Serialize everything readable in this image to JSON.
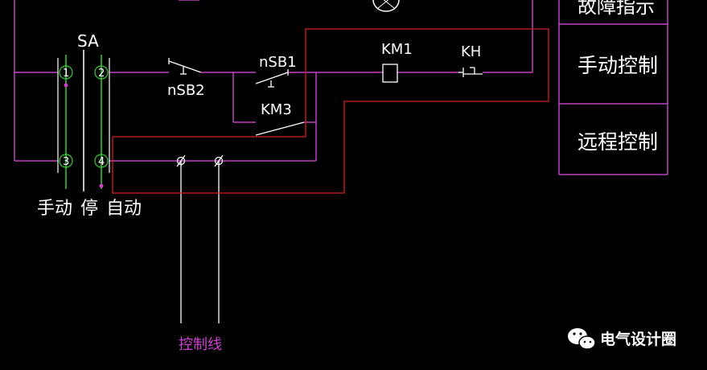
{
  "labels": {
    "sa": "SA",
    "nsb1": "nSB1",
    "nsb2": "nSB2",
    "km1": "KM1",
    "km3": "KM3",
    "kh": "KH",
    "c1": "1",
    "c2": "2",
    "c3": "3",
    "c4": "4",
    "manual": "手动",
    "stop": "停",
    "auto": "自动",
    "control_line": "控制线"
  },
  "panel": {
    "fault": "故障指示",
    "manual_control": "手动控制",
    "remote_control": "远程控制"
  },
  "watermark": {
    "text": "电气设计圈"
  },
  "colors": {
    "background": "#000000",
    "wire": "#c040c0",
    "red_wire": "#d02020",
    "switch_green": "#30d030",
    "white": "#ffffff"
  }
}
